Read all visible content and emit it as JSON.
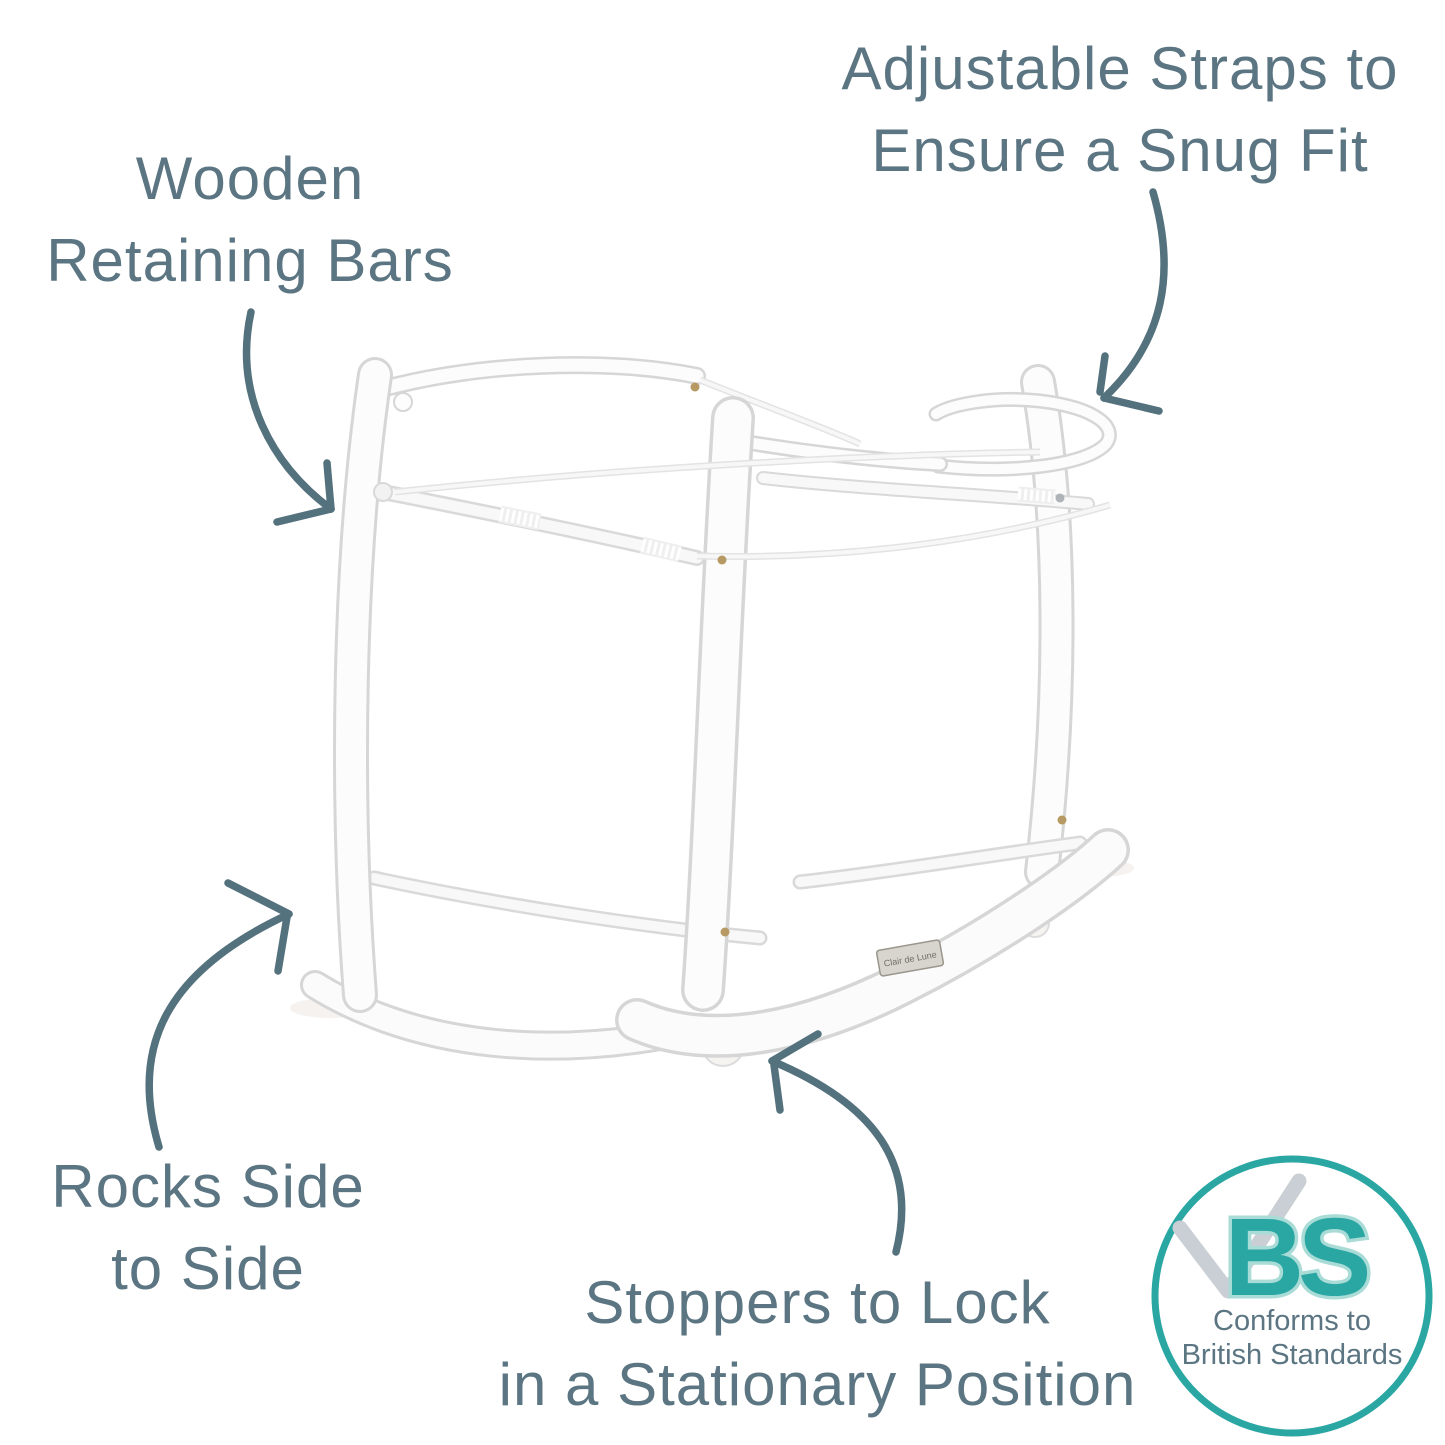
{
  "colors": {
    "background": "#ffffff",
    "label_text": "#5b7582",
    "arrow": "#54717e",
    "badge_teal": "#2ba7a3",
    "badge_teal_light": "#a9dbd7",
    "badge_check_gray": "#c9cfd4",
    "product_outline": "#d6d6d6",
    "screw_gold": "#b79a63"
  },
  "labels": {
    "wooden_bars": {
      "line1": "Wooden",
      "line2": "Retaining Bars"
    },
    "adjustable_straps": {
      "line1": "Adjustable Straps to",
      "line2": "Ensure a Snug Fit"
    },
    "rocks": {
      "line1": "Rocks Side",
      "line2": "to Side"
    },
    "stoppers": {
      "line1": "Stoppers to Lock",
      "line2": "in a Stationary Position"
    }
  },
  "badge": {
    "initials": "BS",
    "caption_line1": "Conforms to",
    "caption_line2": "British Standards"
  },
  "product": {
    "brand_plate": "Clair de Lune"
  },
  "icons": {
    "arrow_wooden_bars": "curved-arrow-down-right",
    "arrow_straps": "curved-arrow-down-left",
    "arrow_rocks": "curved-arrow-up-right",
    "arrow_stoppers": "curved-arrow-up-left",
    "badge_check": "checkmark"
  }
}
